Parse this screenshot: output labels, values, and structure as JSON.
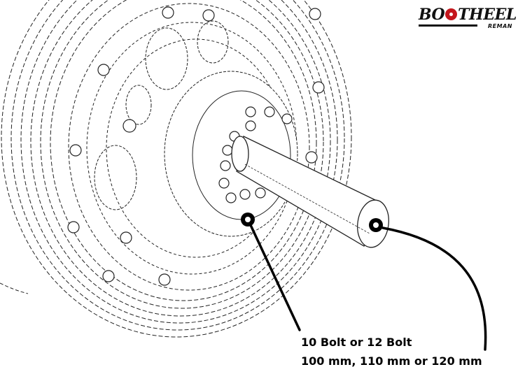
{
  "logo": {
    "brand_pre": "BO",
    "brand_post": "THEEL",
    "brand_sub": "REMAN",
    "accent_color": "#c4161c"
  },
  "callout": {
    "line1": "10 Bolt or 12 Bolt",
    "line2": "100 mm, 110 mm or 120 mm"
  },
  "markers": [
    {
      "name": "bolt-pattern-marker",
      "points_to": "wheel-hub-bolt-circle"
    },
    {
      "name": "shaft-end-marker",
      "points_to": "alignment-shaft-end"
    }
  ]
}
